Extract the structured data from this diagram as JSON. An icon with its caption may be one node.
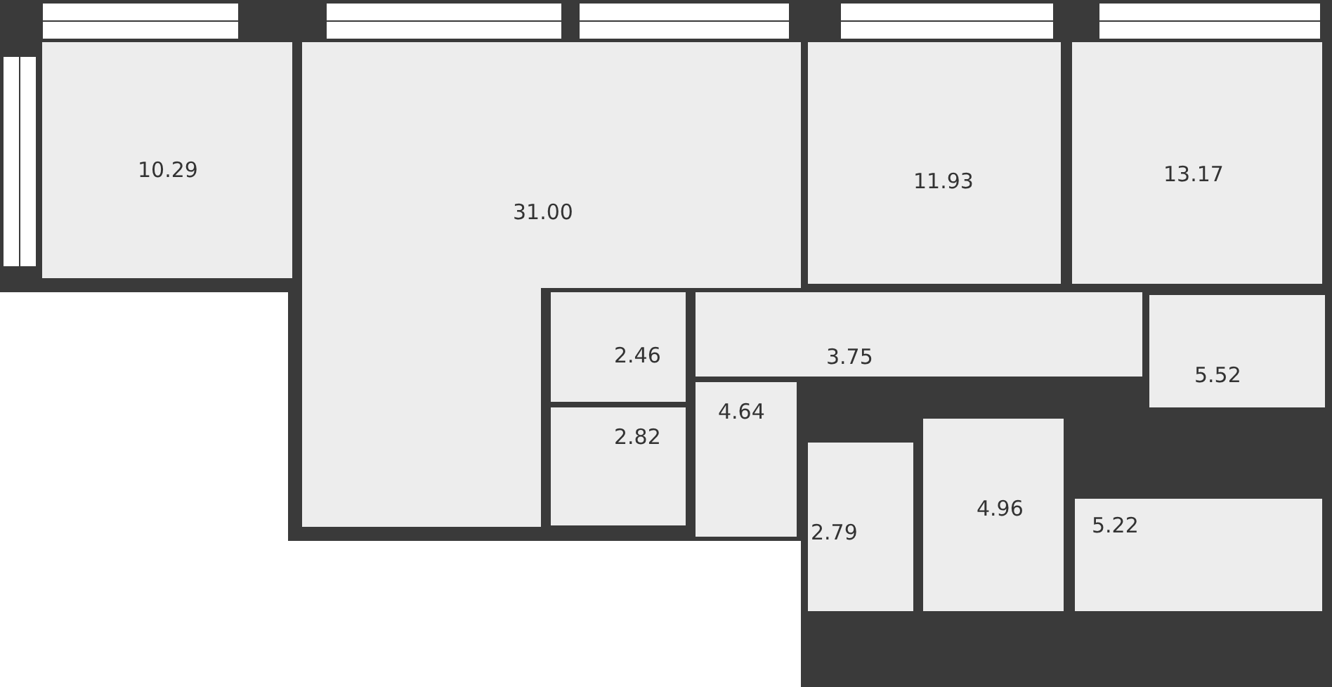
{
  "diagram": {
    "nodes": [
      {
        "text": [
          "10.29"
        ]
      },
      {
        "text": [
          "31.00"
        ]
      },
      {
        "text": [
          "11.93"
        ]
      },
      {
        "text": [
          "13.17"
        ]
      },
      {
        "text": [
          "2.46"
        ]
      },
      {
        "text": [
          "3.75"
        ]
      },
      {
        "text": [
          "5.52"
        ]
      },
      {
        "text": [
          "2.82"
        ]
      },
      {
        "text": [
          "4.64"
        ]
      },
      {
        "text": [
          "2.79"
        ]
      },
      {
        "text": [
          "4.96"
        ]
      },
      {
        "text": [
          "5.22"
        ]
      }
    ]
  }
}
